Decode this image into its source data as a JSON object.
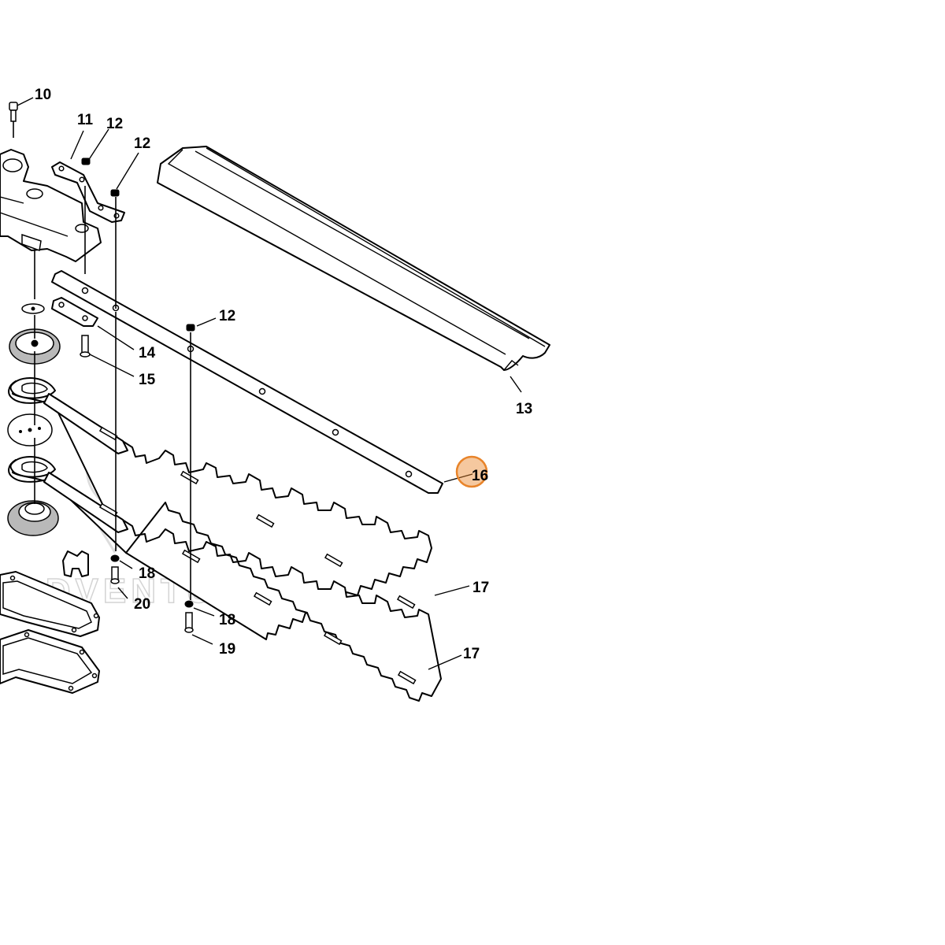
{
  "diagram": {
    "callouts": [
      "10",
      "11",
      "12",
      "12",
      "12",
      "13",
      "14",
      "15",
      "16",
      "17",
      "17",
      "18",
      "18",
      "19",
      "20"
    ],
    "highlight": {
      "label": "16",
      "color": "#e8842a"
    },
    "watermark": {
      "text": "ADVENTURE"
    }
  }
}
